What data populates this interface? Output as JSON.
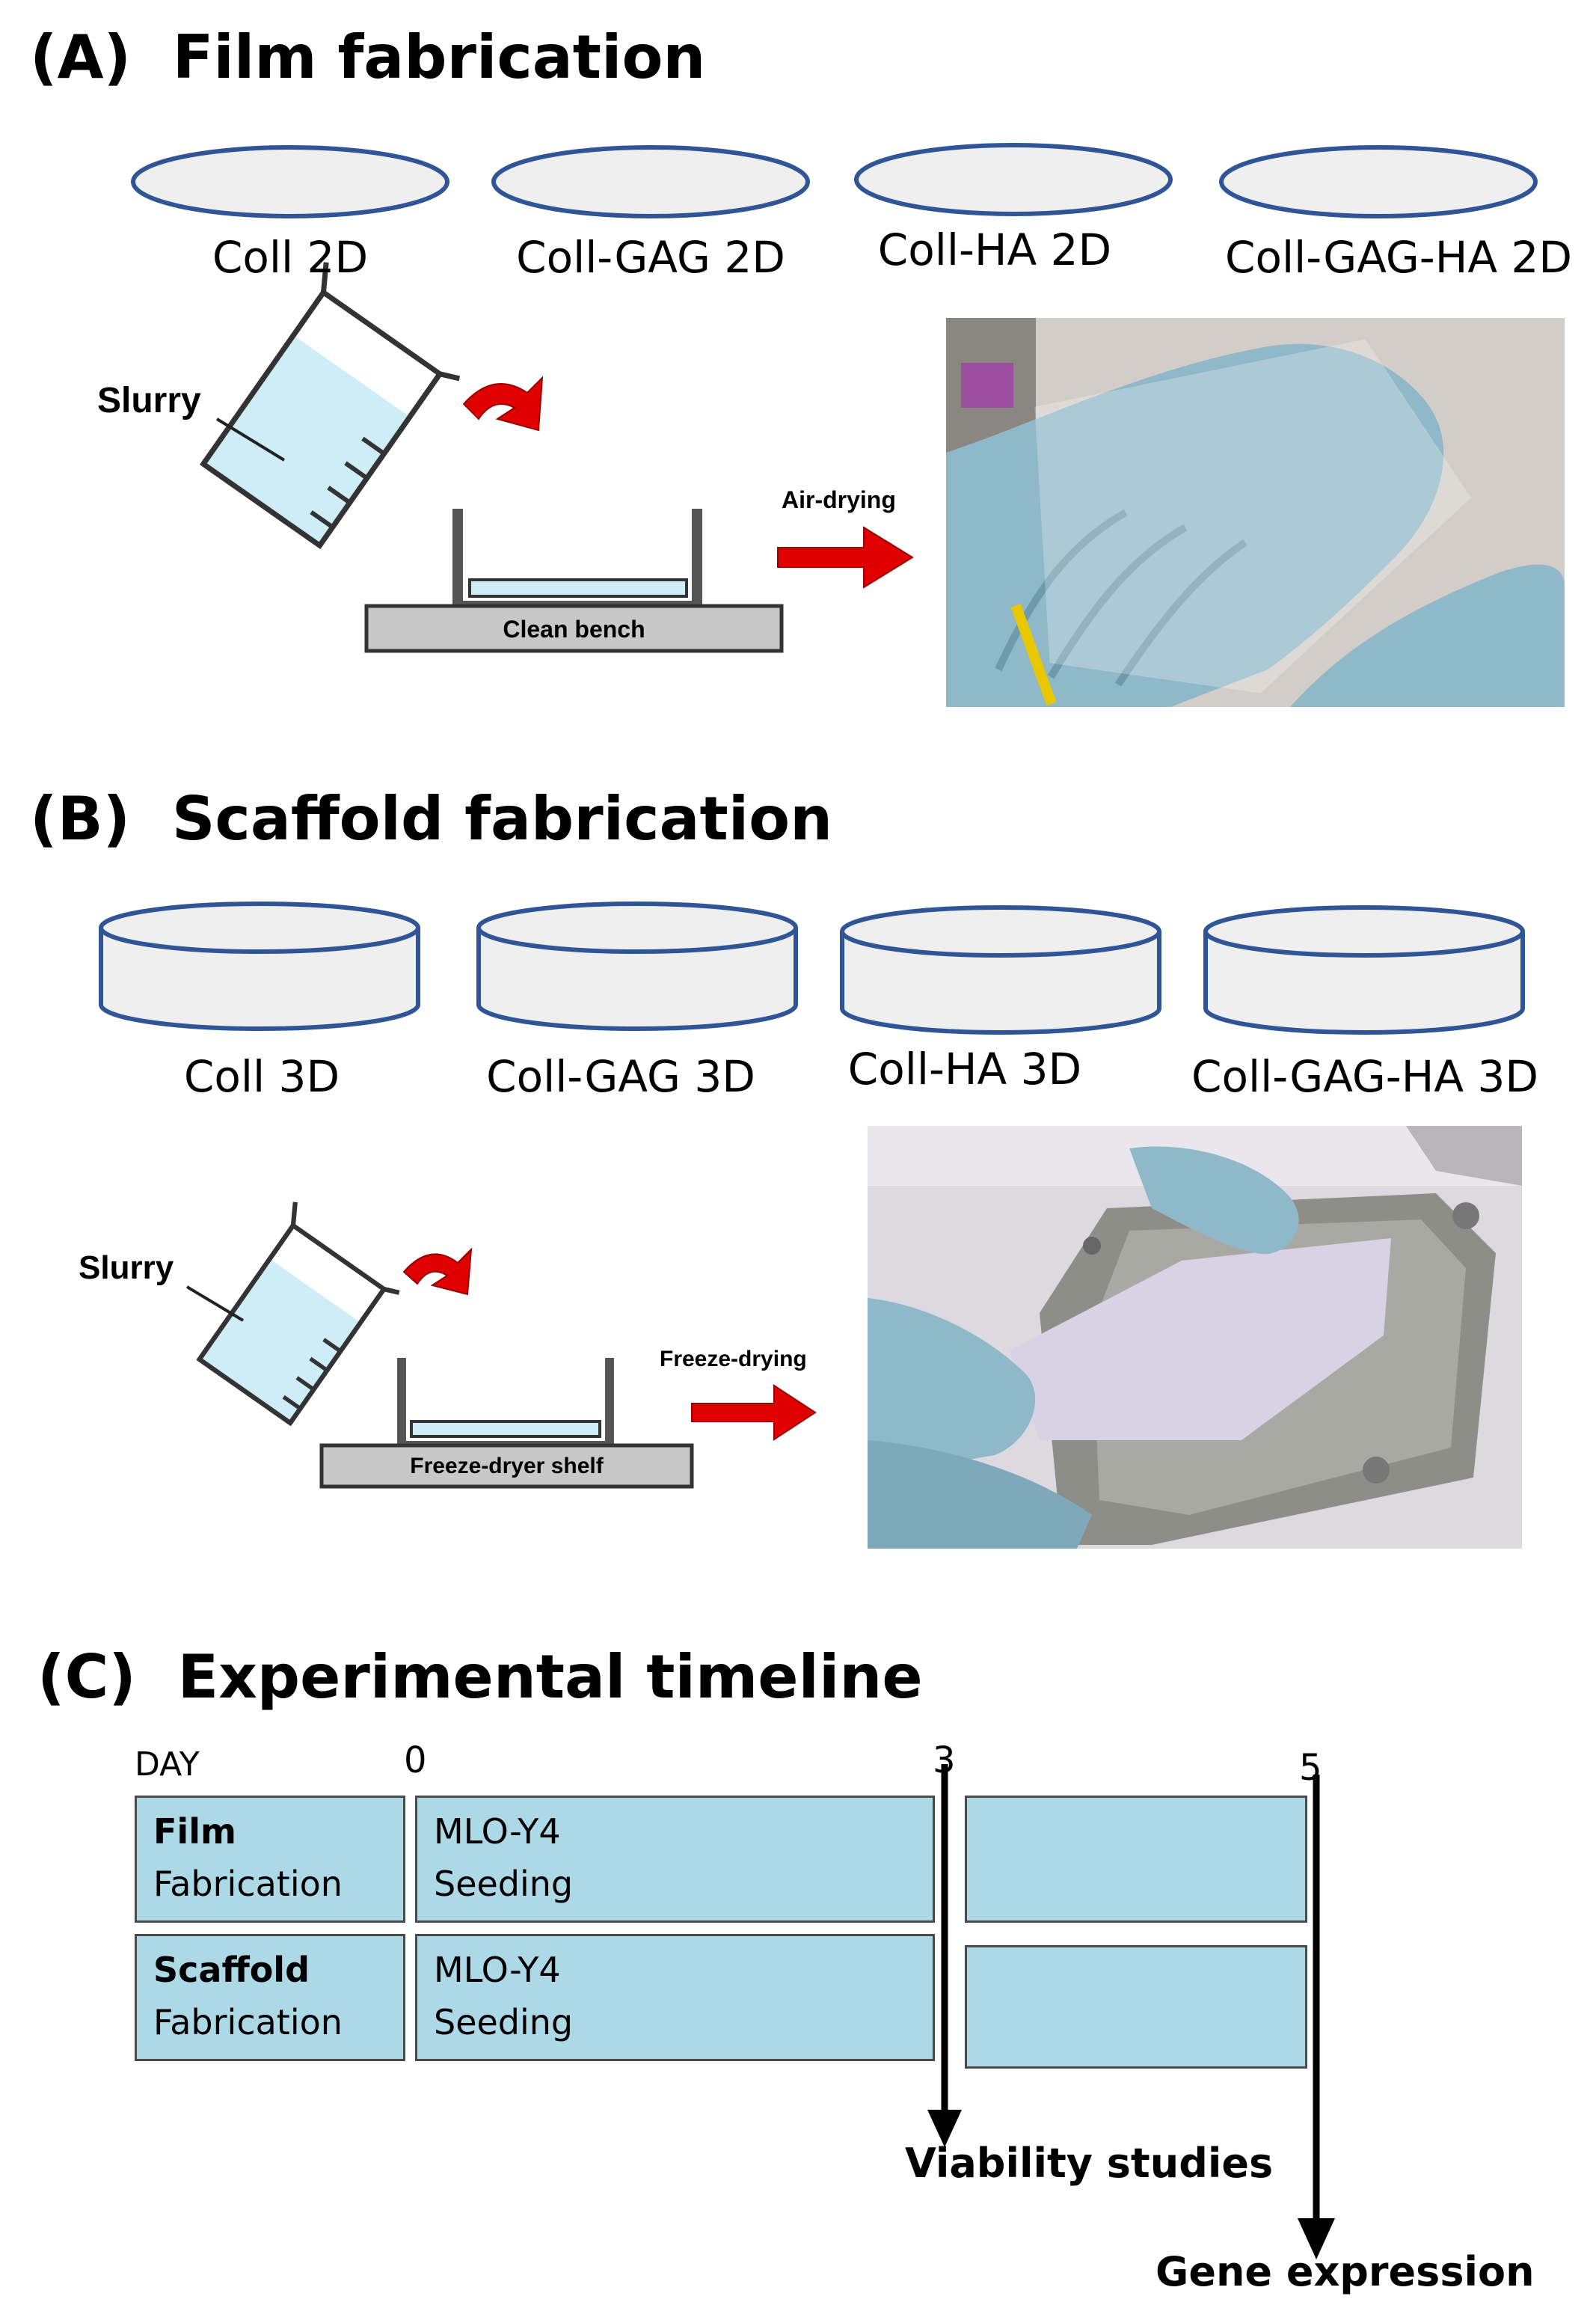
{
  "section_a": {
    "letter": "(A)",
    "title": "Film fabrication",
    "dishes": [
      "Coll 2D",
      "Coll-GAG 2D",
      "Coll-HA 2D",
      "Coll-GAG-HA 2D"
    ],
    "slurry_label": "Slurry",
    "base_label": "Clean bench",
    "process_label": "Air-drying"
  },
  "section_b": {
    "letter": "(B)",
    "title": "Scaffold fabrication",
    "dishes": [
      "Coll 3D",
      "Coll-GAG 3D",
      "Coll-HA 3D",
      "Coll-GAG-HA 3D"
    ],
    "slurry_label": "Slurry",
    "base_label": "Freeze-dryer shelf",
    "process_label": "Freeze-drying"
  },
  "section_c": {
    "letter": "(C)",
    "title": "Experimental timeline",
    "day_label": "DAY",
    "day_ticks": [
      "0",
      "3",
      "5"
    ],
    "rows": [
      {
        "name": "Film",
        "step": "Fabrication",
        "cell_line": "MLO-Y4",
        "action": "Seeding"
      },
      {
        "name": "Scaffold",
        "step": "Fabrication",
        "cell_line": "MLO-Y4",
        "action": "Seeding"
      }
    ],
    "endpoints": [
      "Viability studies",
      "Gene expression"
    ]
  },
  "colors": {
    "dish_outline": "#2f5597",
    "dish_fill": "#efefef",
    "slurry_blue": "#cdeef6",
    "cell_fill": "#add8e6",
    "arrow_red": "#e00000",
    "bench_gray": "#c8c8c8",
    "glove_blue": "#8fb9c9"
  }
}
